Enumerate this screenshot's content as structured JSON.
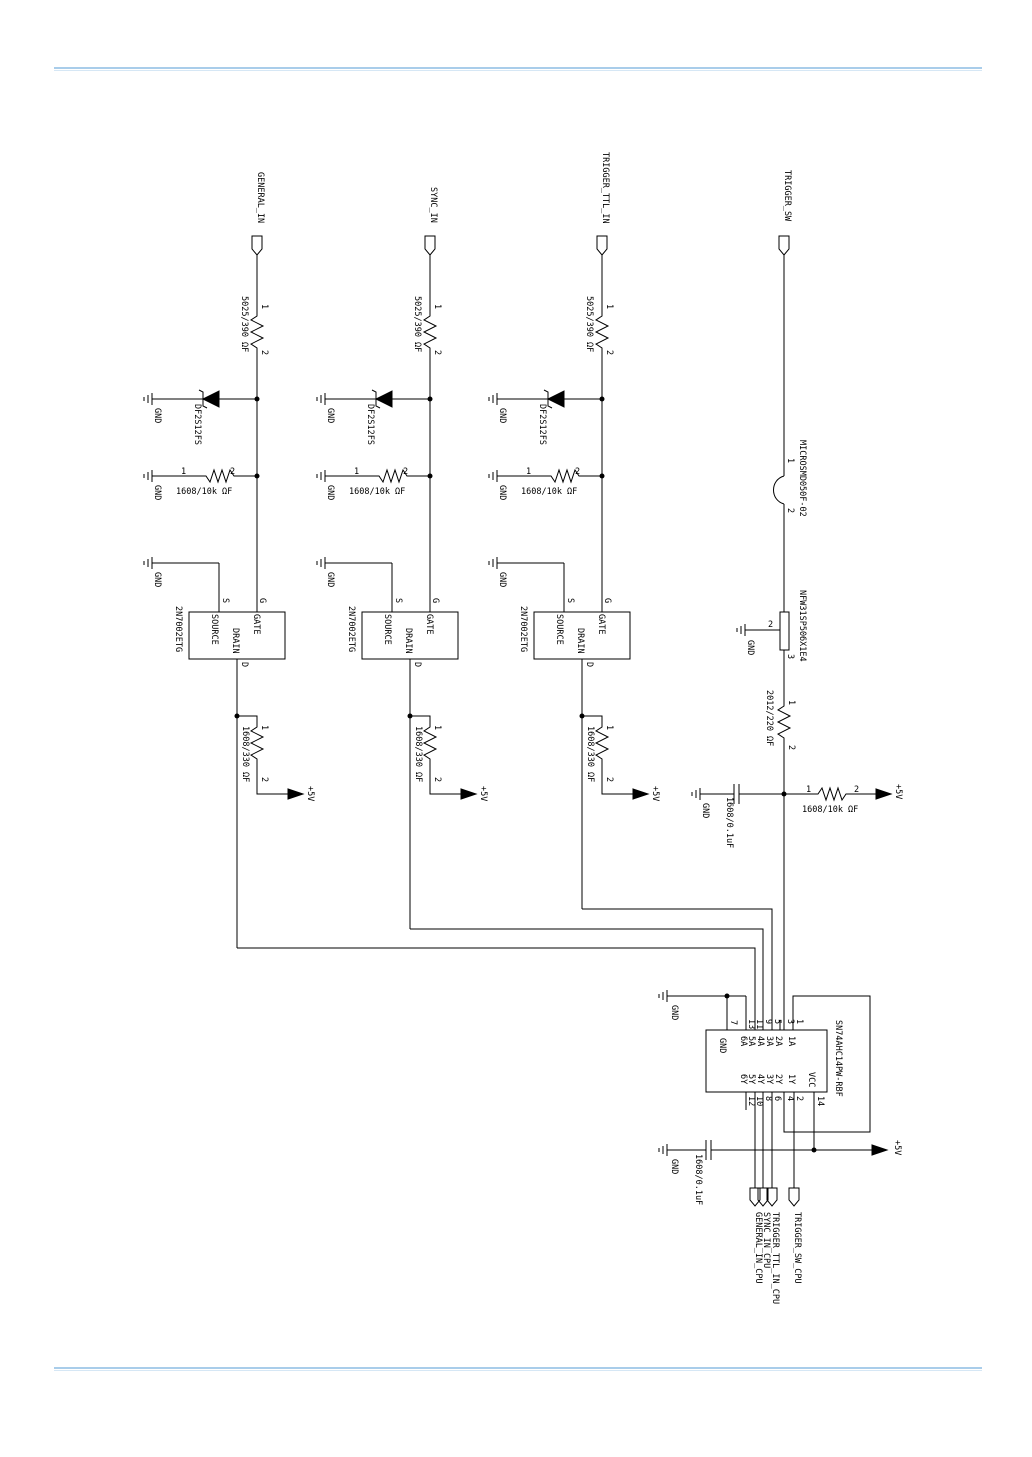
{
  "colors": {
    "rule": "#a9cdea",
    "ink": "#000000"
  },
  "inputs": {
    "general": "GENERAL_IN",
    "sync": "SYNC_IN",
    "trigger_ttl": "TRIGGER_TTL_IN",
    "trigger_sw": "TRIGGER_SW"
  },
  "channel": {
    "series_res": "5025/390 ΩF",
    "diode": "DF2S12FS",
    "pull_res": "1608/10k ΩF",
    "fet_part": "2N7002ETG",
    "fet_pins": {
      "s": "S",
      "g": "G",
      "d": "D",
      "source": "SOURCE",
      "gate": "GATE",
      "drain": "DRAIN"
    },
    "drain_res": "1608/330 ΩF",
    "gnd": "GND",
    "supply": "+5V",
    "pin1": "1",
    "pin2": "2"
  },
  "trigger_sw_path": {
    "fuse": "MICROSMD050F-02",
    "filter": "NFW31SP506X1E4",
    "pin3": "3",
    "series_res": "2012/220 ΩF",
    "cap": "1608/0.1uF",
    "pullup": "1608/10k ΩF"
  },
  "ic": {
    "part": "SN74AHC14PW-RBF",
    "gnd_label": "GND",
    "vcc_label": "VCC",
    "inputs": [
      {
        "pin": "1",
        "name": "1A"
      },
      {
        "pin": "3",
        "name": "2A"
      },
      {
        "pin": "5",
        "name": "3A"
      },
      {
        "pin": "9",
        "name": "4A"
      },
      {
        "pin": "11",
        "name": "5A"
      },
      {
        "pin": "13",
        "name": "6A"
      }
    ],
    "outputs": [
      {
        "pin": "2",
        "name": "1Y"
      },
      {
        "pin": "4",
        "name": "2Y"
      },
      {
        "pin": "6",
        "name": "3Y"
      },
      {
        "pin": "8",
        "name": "4Y"
      },
      {
        "pin": "10",
        "name": "5Y"
      },
      {
        "pin": "12",
        "name": "6Y"
      }
    ],
    "gnd_pin": "7",
    "vcc_pin": "14",
    "decoupling_cap": "1608/0.1uF"
  },
  "outputs": {
    "trigger_sw_cpu": "TRIGGER_SW_CPU",
    "trigger_ttl_cpu": "TRIGGER_TTL_IN_CPU",
    "sync_cpu": "SYNC_IN_CPU",
    "general_cpu": "GENERAL_IN_CPU"
  }
}
